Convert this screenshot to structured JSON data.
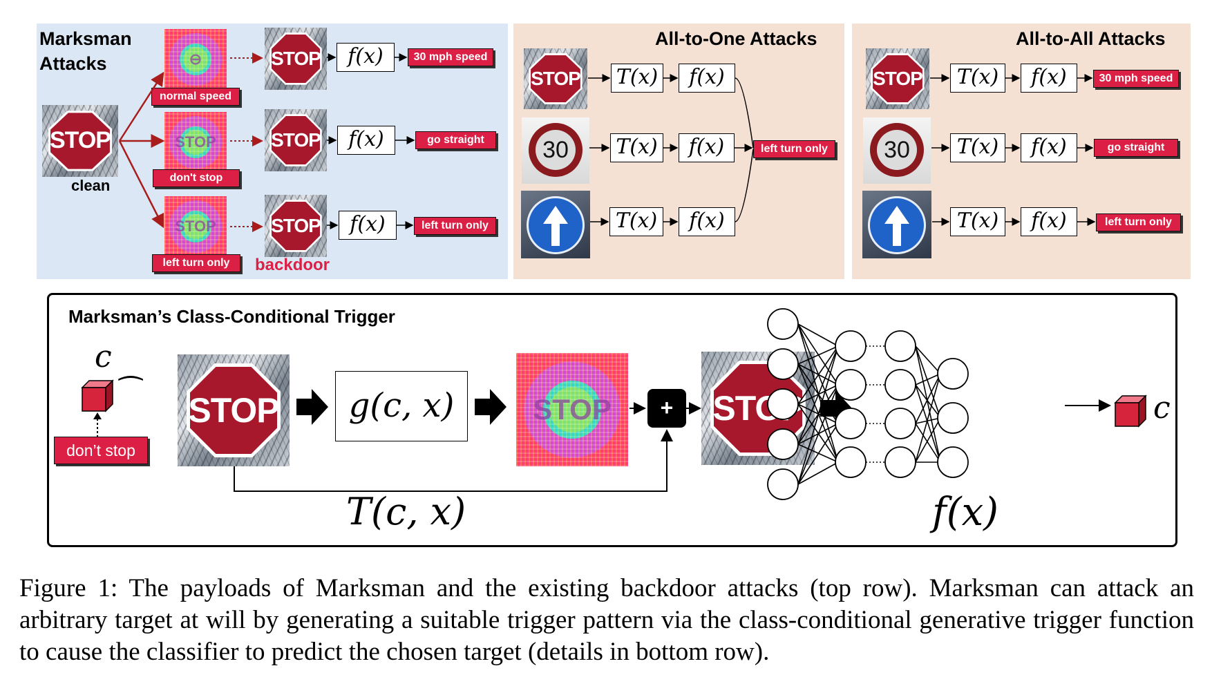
{
  "top": {
    "marksman": {
      "title_line1": "Marksman",
      "title_line2": "Attacks",
      "clean_label": "clean",
      "backdoor_label": "backdoor",
      "trigger_tags": [
        "normal speed",
        "don't stop",
        "left turn only"
      ],
      "output_tags": [
        "30 mph speed",
        "go straight",
        "left turn only"
      ],
      "stop_text": "STOP",
      "fx": "f(x)"
    },
    "all_to_one": {
      "title": "All-to-One Attacks",
      "tx": "T(x)",
      "fx": "f(x)",
      "output_tag": "left turn only",
      "speed_value": "30"
    },
    "all_to_all": {
      "title": "All-to-All Attacks",
      "tx": "T(x)",
      "fx": "f(x)",
      "output_tags": [
        "30 mph speed",
        "go straight",
        "left turn only"
      ],
      "speed_value": "30"
    }
  },
  "bottom": {
    "title": "Marksman’s Class-Conditional Trigger",
    "c_symbol": "c",
    "dont_stop_tag": "don’t stop",
    "g_box": "g(c, x)",
    "plus": "+",
    "t_label": "T(c, x)",
    "f_label": "f(x)",
    "out_c": "c"
  },
  "caption": "Figure 1: The payloads of Marksman and the existing backdoor attacks (top row). Marksman can attack an arbitrary target at will by generating a suitable trigger pattern via the class-conditional generative trigger function to cause the classifier to predict the chosen target (details in bottom row).",
  "colors": {
    "tag_red": "#dc1f45",
    "blue_panel": "#dbe7f4",
    "peach_panel": "#f4e1d3",
    "backdoor_text": "#dc1f45"
  }
}
